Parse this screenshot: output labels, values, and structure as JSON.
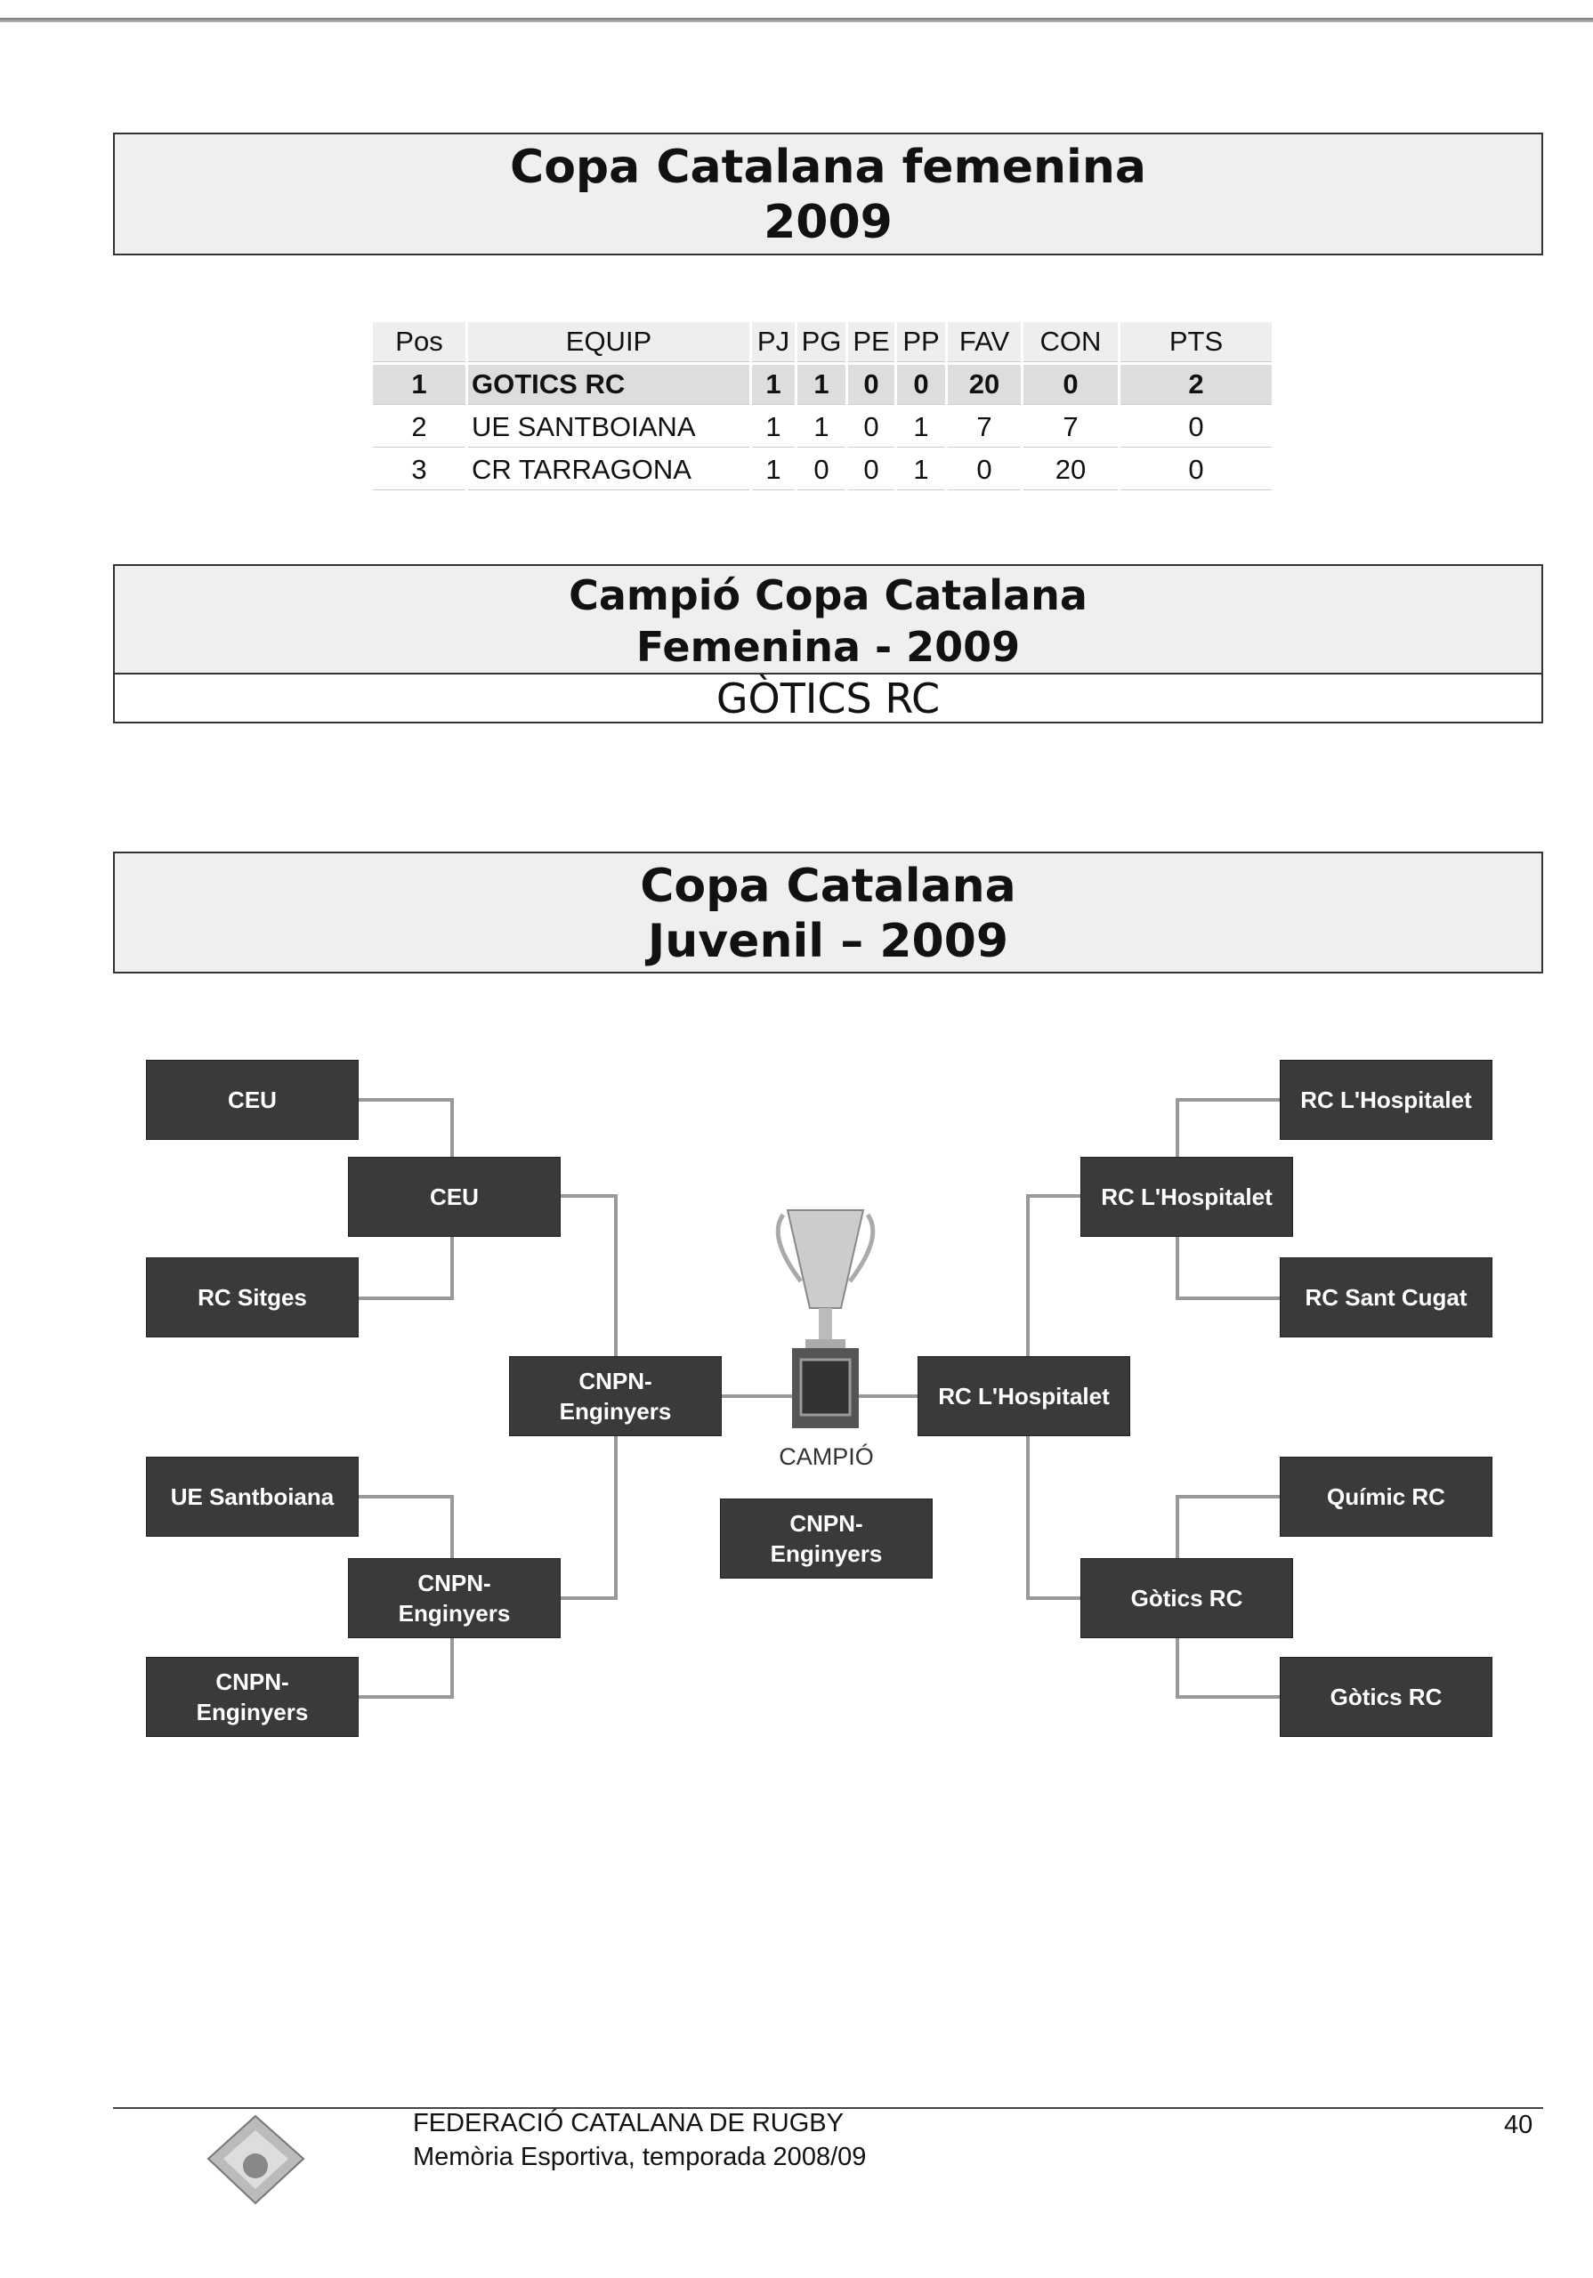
{
  "section1": {
    "title_line1": "Copa Catalana femenina",
    "title_line2": "2009"
  },
  "standings": {
    "headers": [
      "Pos",
      "EQUIP",
      "PJ",
      "PG",
      "PE",
      "PP",
      "FAV",
      "CON",
      "PTS"
    ],
    "rows": [
      [
        "1",
        "GOTICS RC",
        "1",
        "1",
        "0",
        "0",
        "20",
        "0",
        "2"
      ],
      [
        "2",
        "UE SANTBOIANA",
        "1",
        "1",
        "0",
        "1",
        "7",
        "7",
        "0"
      ],
      [
        "3",
        "CR TARRAGONA",
        "1",
        "0",
        "0",
        "1",
        "0",
        "20",
        "0"
      ]
    ]
  },
  "champion": {
    "title_line1": "Campió Copa Catalana",
    "title_line2": "Femenina - 2009",
    "winner": "GÒTICS RC"
  },
  "section3": {
    "title_line1": "Copa Catalana",
    "title_line2": "Juvenil – 2009"
  },
  "bracket": {
    "left_r1": [
      "CEU",
      "RC Sitges",
      "UE Santboiana",
      "CNPN-\nEnginyers"
    ],
    "left_r2": [
      "CEU",
      "CNPN-\nEnginyers"
    ],
    "left_final": "CNPN-\nEnginyers",
    "right_r1": [
      "RC L'Hospitalet",
      "RC Sant Cugat",
      "Químic RC",
      "Gòtics RC"
    ],
    "right_r2": [
      "RC L'Hospitalet",
      "Gòtics RC"
    ],
    "right_final": "RC L'Hospitalet",
    "champion_label": "CAMPIÓ",
    "champion": "CNPN-\nEnginyers"
  },
  "footer": {
    "org": "FEDERACIÓ CATALANA DE RUGBY",
    "subtitle": "Memòria Esportiva, temporada 2008/09",
    "page": "40"
  }
}
